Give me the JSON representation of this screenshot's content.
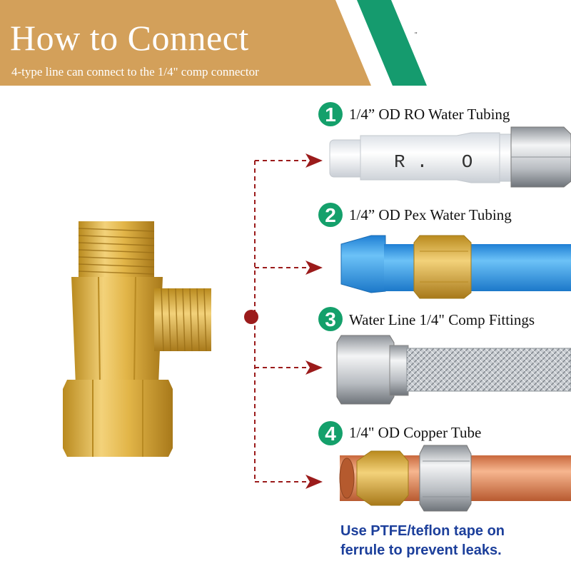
{
  "header": {
    "title": "How to Connect",
    "subtitle": "4-type line can connect to the 1/4\" comp connector",
    "mark": "\"",
    "banner_color": "#d3a05a",
    "stripe_color": "#159b6e"
  },
  "items": [
    {
      "number": "1",
      "label": "1/4” OD RO Water Tubing"
    },
    {
      "number": "2",
      "label": "1/4” OD Pex Water Tubing"
    },
    {
      "number": "3",
      "label": "Water Line 1/4\" Comp Fittings"
    },
    {
      "number": "4",
      "label": "1/4\" OD Copper Tube"
    }
  ],
  "ro_tube_print": "R. O",
  "note": {
    "line1": "Use PTFE/teflon tape on",
    "line2": "ferrule to prevent leaks.",
    "color": "#1c3f9b"
  },
  "colors": {
    "connector_line": "#9b1b1b",
    "badge": "#14a06b",
    "brass": "#d9a93a",
    "pex_blue": "#2e9bea",
    "copper": "#e08a5e"
  }
}
